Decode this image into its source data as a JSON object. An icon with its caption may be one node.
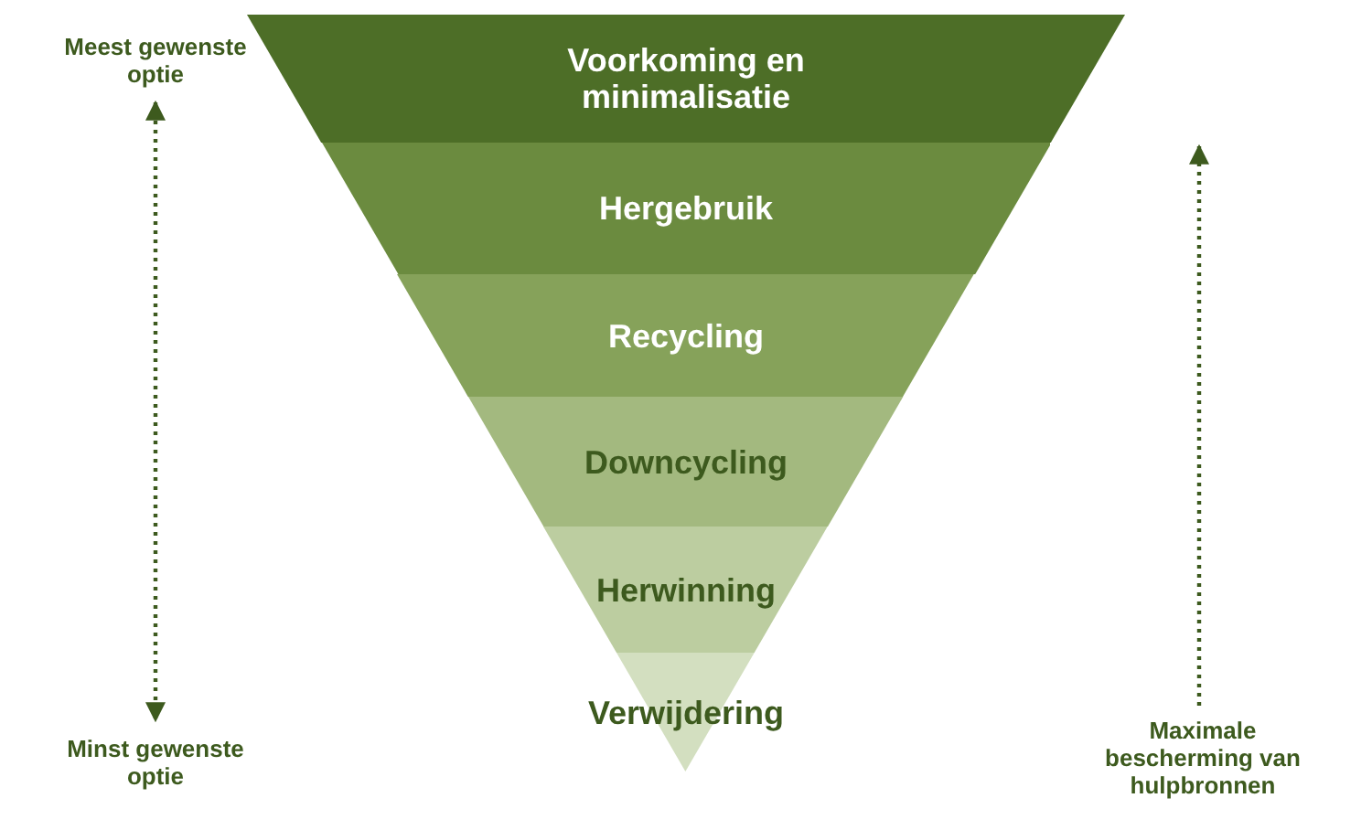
{
  "diagram": {
    "nodes": [
      {
        "text": [
          "Voorkoming en minimalisatie"
        ]
      },
      {
        "text": [
          "Hergebruik"
        ]
      },
      {
        "text": [
          "Recycling"
        ]
      },
      {
        "text": [
          "Downcycling"
        ]
      },
      {
        "text": [
          "Herwinning"
        ]
      },
      {
        "text": [
          "Verwijdering"
        ]
      },
      {
        "text": [
          "Meest gewenste optie"
        ]
      },
      {
        "text": [
          "Minst gewenste optie"
        ]
      },
      {
        "text": [
          "Maximale bescherming van hulpbronnen"
        ]
      }
    ],
    "edges": [
      {
        "from": 6,
        "to": 7,
        "arrow": "both",
        "style": "dashed"
      },
      {
        "from": 8,
        "to": null,
        "arrow": "to",
        "style": "dashed"
      }
    ]
  }
}
